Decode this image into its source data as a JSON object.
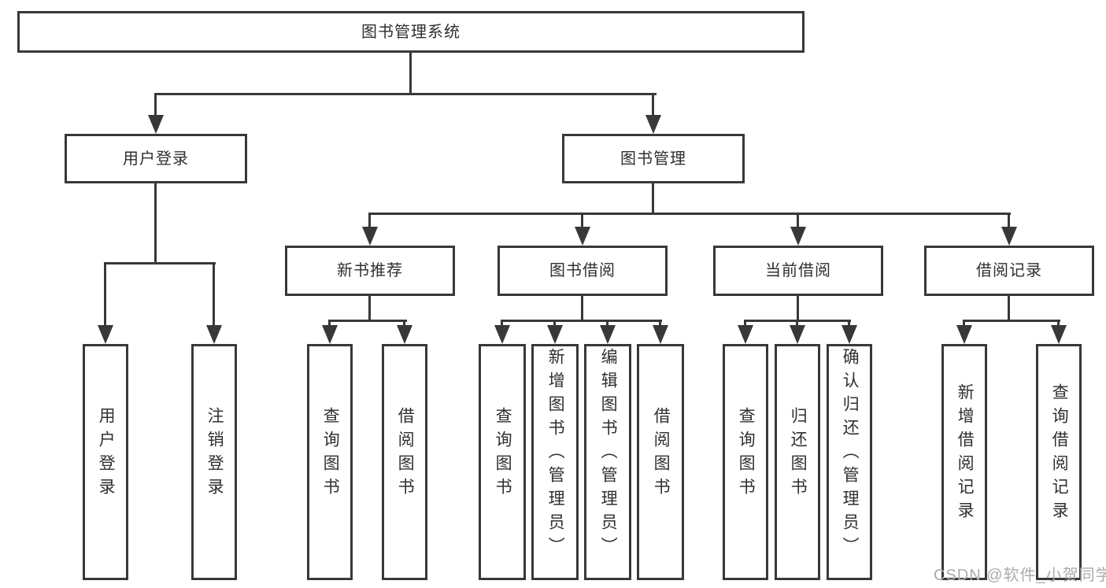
{
  "tree": {
    "root": "图书管理系统",
    "children": [
      {
        "label": "用户登录",
        "children": [
          "用户登录",
          "注销登录"
        ]
      },
      {
        "label": "图书管理",
        "children": [
          {
            "label": "新书推荐",
            "children": [
              "查询图书",
              "借阅图书"
            ]
          },
          {
            "label": "图书借阅",
            "children": [
              "查询图书",
              "新增图书（管理员）",
              "编辑图书（管理员）",
              "借阅图书"
            ]
          },
          {
            "label": "当前借阅",
            "children": [
              "查询图书",
              "归还图书",
              "确认归还（管理员）"
            ]
          },
          {
            "label": "借阅记录",
            "children": [
              "新增借阅记录",
              "查询借阅记录"
            ]
          }
        ]
      }
    ]
  },
  "watermark": "CSDN @软件_小贺同学",
  "colors": {
    "line": "#383838",
    "border": "#383838",
    "text": "#2f2f2f",
    "watermark": "#ababab",
    "background": "#ffffff"
  }
}
